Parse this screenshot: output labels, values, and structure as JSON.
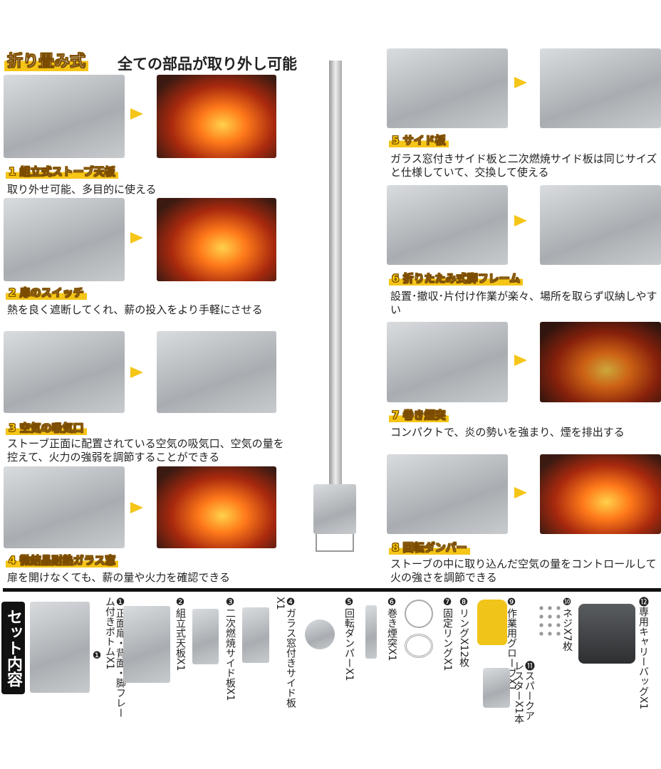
{
  "header": {
    "badge": "折り畳み式",
    "title": "全ての部品が取り外し可能"
  },
  "left_sections": [
    {
      "num": "1",
      "label": "組立式ストーブ天板",
      "desc": "取り外せ可能、多目的に使える"
    },
    {
      "num": "2",
      "label": "扉のスイッチ",
      "desc": "熱を良く遮断してくれ、薪の投入をより手軽にさせる"
    },
    {
      "num": "3",
      "label": "空気の吸気口",
      "desc": "ストーブ正面に配置されている空気の吸気口、空気の量を控えて、火力の強弱を調節することができる"
    },
    {
      "num": "4",
      "label": "微結晶耐熱ガラス窓",
      "desc": "扉を開けなくても、薪の量や火力を確認できる"
    }
  ],
  "right_sections": [
    {
      "num": "5",
      "label": "サイド板",
      "desc": "ガラス窓付きサイド板と二次燃焼サイド板は同じサイズと仕様していて、交換して使える"
    },
    {
      "num": "6",
      "label": "折りたたみ式脚フレーム",
      "desc": "設置･撤収･片付け作業が楽々、場所を取らず収納しやすい"
    },
    {
      "num": "7",
      "label": "巻き煙突",
      "desc": "コンパクトで、炎の勢いを強まり、煙を排出する"
    },
    {
      "num": "8",
      "label": "回転ダンパー",
      "desc": "ストーブの中に取り込んだ空気の量をコントロールして火の強さを調節できる"
    }
  ],
  "set_contents": {
    "title": "セット内容",
    "items": [
      {
        "num": "❶",
        "text": "正面扉・背面・脚フレーム付きボトムX1"
      },
      {
        "num": "❷",
        "text": "組立式天板X1"
      },
      {
        "num": "❸",
        "text": "二次燃焼サイド板X1"
      },
      {
        "num": "❹",
        "text": "ガラス窓付きサイド板X1"
      },
      {
        "num": "❺",
        "text": "回転ダンパーX1"
      },
      {
        "num": "❻",
        "text": "巻き煙突X1"
      },
      {
        "num": "❼",
        "text": "固定リングX1"
      },
      {
        "num": "❽",
        "text": "リングX12枚"
      },
      {
        "num": "❾",
        "text": "作業用グローブX1"
      },
      {
        "num": "❿",
        "text": "ネジX7枚"
      },
      {
        "num": "⓫",
        "text": "スパークアレスターX1本"
      },
      {
        "num": "⓬",
        "text": "専用キャリーバッグX1"
      }
    ]
  },
  "colors": {
    "accent": "#f5c518",
    "divider": "#111111"
  }
}
